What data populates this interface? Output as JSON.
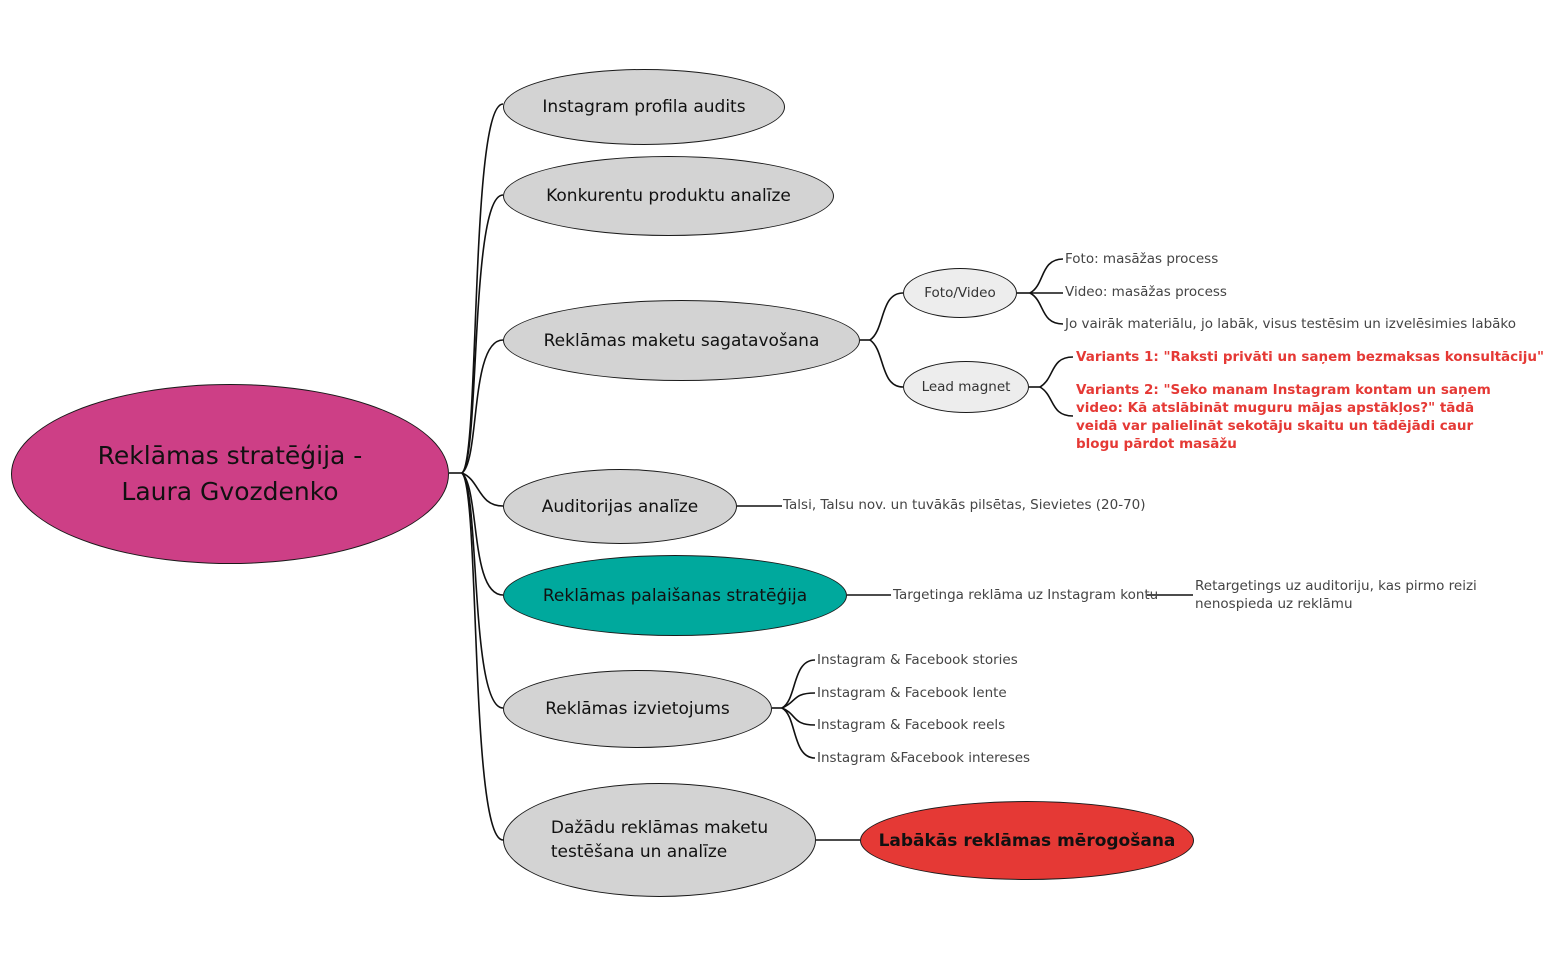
{
  "root": {
    "line1": "Reklāmas stratēģija -",
    "line2": "Laura Gvozdenko"
  },
  "branches": {
    "audit": "Instagram profila audits",
    "competitors": "Konkurentu produktu analīze",
    "ad_prep": "Reklāmas maketu sagatavošana",
    "audience": "Auditorijas analīze",
    "launch": "Reklāmas palaišanas stratēģija",
    "placement": "Reklāmas izvietojums",
    "testing_line1": "Dažādu reklāmas maketu",
    "testing_line2": "testēšana un analīze"
  },
  "ad_prep": {
    "foto_video": "Foto/Video",
    "lead_magnet": "Lead magnet",
    "foto_items": [
      "Foto: masāžas process",
      "Video: masāžas process",
      "Jo vairāk materiālu, jo labāk, visus testēsim un izvelēsimies labāko"
    ],
    "lead_items": [
      "Variants 1: \"Raksti privāti un saņem bezmaksas konsultāciju\"",
      "Variants 2: \"Seko manam Instagram kontam un saņem video: Kā atslābināt muguru mājas apstākļos?\" tādā veidā var palielināt sekotāju skaitu un tādējādi caur blogu pārdot masāžu"
    ]
  },
  "audience": {
    "detail": "Talsi, Talsu nov. un tuvākās pilsētas, Sievietes (20-70)"
  },
  "launch": {
    "targeting": "Targetinga reklāma uz Instagram kontu",
    "retargeting": "Retargetings uz auditoriju, kas pirmo reizi nenospieda uz reklāmu"
  },
  "placement": {
    "items": [
      "Instagram & Facebook stories",
      "Instagram & Facebook lente",
      "Instagram & Facebook reels",
      "Instagram &Facebook intereses"
    ]
  },
  "testing": {
    "best": "Labākās reklāmas mērogošana"
  },
  "colors": {
    "root": "#cd3f86",
    "branch": "#d3d3d3",
    "launch": "#00a99d",
    "best": "#e53935",
    "highlight_text": "#e53935"
  }
}
